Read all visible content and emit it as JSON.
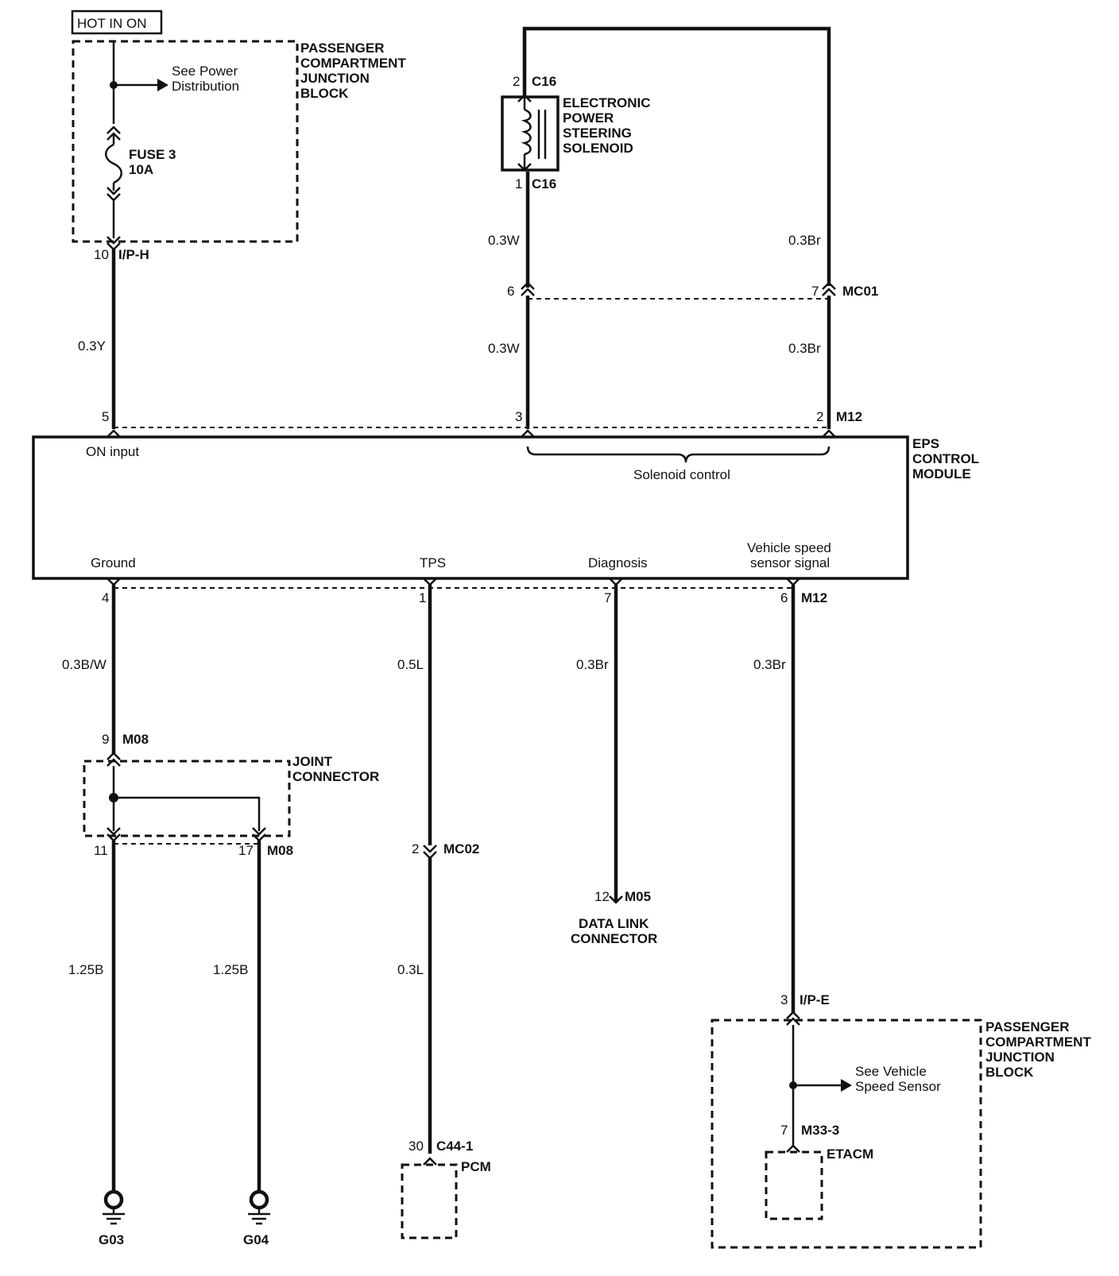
{
  "header": {
    "hot_in_on": "HOT IN ON"
  },
  "top_junction_block": {
    "label": [
      "PASSENGER",
      "COMPARTMENT",
      "JUNCTION",
      "BLOCK"
    ],
    "see_power": [
      "See Power",
      "Distribution"
    ],
    "fuse": [
      "FUSE 3",
      "10A"
    ]
  },
  "ip_h": {
    "pin": "10",
    "name": "I/P-H"
  },
  "solenoid": {
    "label": [
      "ELECTRONIC",
      "POWER",
      "STEERING",
      "SOLENOID"
    ],
    "c16_top_pin": "2",
    "c16_bottom_pin": "1",
    "connector": "C16"
  },
  "mc01": {
    "pin_left": "6",
    "pin_right": "7",
    "name": "MC01"
  },
  "wires": {
    "w_03y": "0.3Y",
    "w_03w_a": "0.3W",
    "w_03w_b": "0.3W",
    "w_03br_a": "0.3Br",
    "w_03br_b": "0.3Br",
    "w_03bw": "0.3B/W",
    "w_05l": "0.5L",
    "w_03br_c": "0.3Br",
    "w_03br_d": "0.3Br",
    "w_125b_a": "1.25B",
    "w_125b_b": "1.25B",
    "w_03l": "0.3L"
  },
  "eps": {
    "label": [
      "EPS",
      "CONTROL",
      "MODULE"
    ],
    "on_input": "ON input",
    "solenoid_control": "Solenoid control",
    "ground": "Ground",
    "tps": "TPS",
    "diagnosis": "Diagnosis",
    "vss": [
      "Vehicle speed",
      "sensor signal"
    ],
    "top_pins": [
      "5",
      "3",
      "2"
    ],
    "top_connector": "M12",
    "bottom_pins": [
      "4",
      "1",
      "7",
      "6"
    ],
    "bottom_connector": "M12"
  },
  "m08": {
    "pin_in": "9",
    "pin_out_a": "11",
    "pin_out_b": "17",
    "name": "M08"
  },
  "joint_connector": {
    "label": [
      "JOINT",
      "CONNECTOR"
    ]
  },
  "mc02": {
    "pin": "2",
    "name": "MC02"
  },
  "m05": {
    "pin": "12",
    "name": "M05"
  },
  "dlc": {
    "label": [
      "DATA LINK",
      "CONNECTOR"
    ]
  },
  "ip_e": {
    "pin": "3",
    "name": "I/P-E"
  },
  "bottom_junction_block": {
    "label": [
      "PASSENGER",
      "COMPARTMENT",
      "JUNCTION",
      "BLOCK"
    ],
    "see_vss": [
      "See Vehicle",
      "Speed Sensor"
    ]
  },
  "m33": {
    "pin": "7",
    "name": "M33-3"
  },
  "etacm": "ETACM",
  "c44": {
    "pin": "30",
    "name": "C44-1"
  },
  "pcm": "PCM",
  "grounds": [
    "G03",
    "G04"
  ]
}
